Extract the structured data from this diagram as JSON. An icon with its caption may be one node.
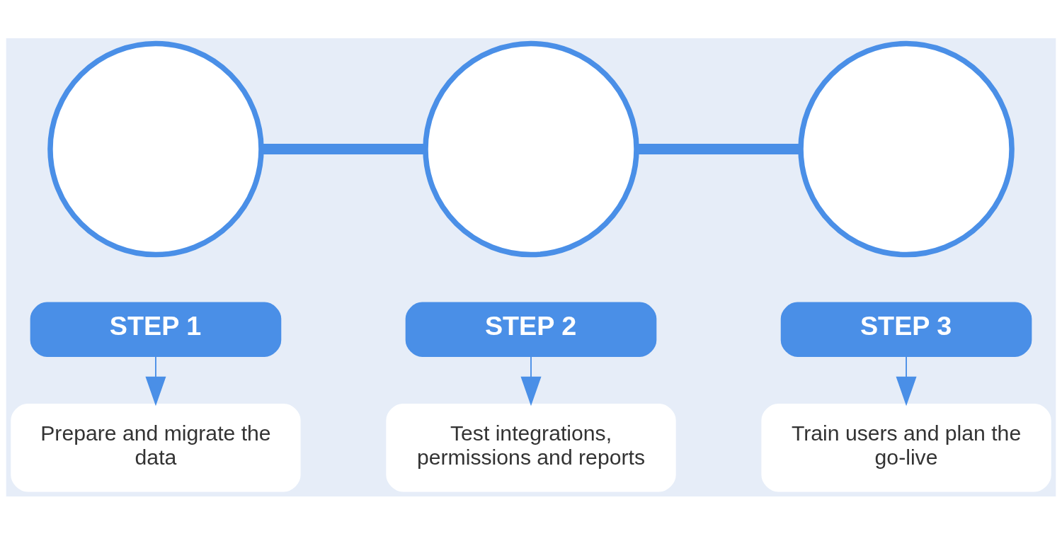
{
  "diagram": {
    "nodes": [
      {
        "text": [],
        "shape": "circle"
      },
      {
        "text": [],
        "shape": "circle"
      },
      {
        "text": [],
        "shape": "circle"
      },
      {
        "text": [
          "STEP 1"
        ]
      },
      {
        "text": [
          "STEP 2"
        ]
      },
      {
        "text": [
          "STEP 3"
        ]
      },
      {
        "text": [
          "Prepare and migrate the data"
        ]
      },
      {
        "text": [
          "Test integrations, permissions and reports"
        ]
      },
      {
        "text": [
          "Train users and plan the go-live"
        ]
      }
    ],
    "edges": [
      {
        "from": 0,
        "to": 1,
        "arrow": "none",
        "style": "thick"
      },
      {
        "from": 1,
        "to": 2,
        "arrow": "none",
        "style": "thick"
      },
      {
        "from": 3,
        "to": 6,
        "arrow": "to"
      },
      {
        "from": 4,
        "to": 7,
        "arrow": "to"
      },
      {
        "from": 5,
        "to": 8,
        "arrow": "to"
      }
    ]
  }
}
